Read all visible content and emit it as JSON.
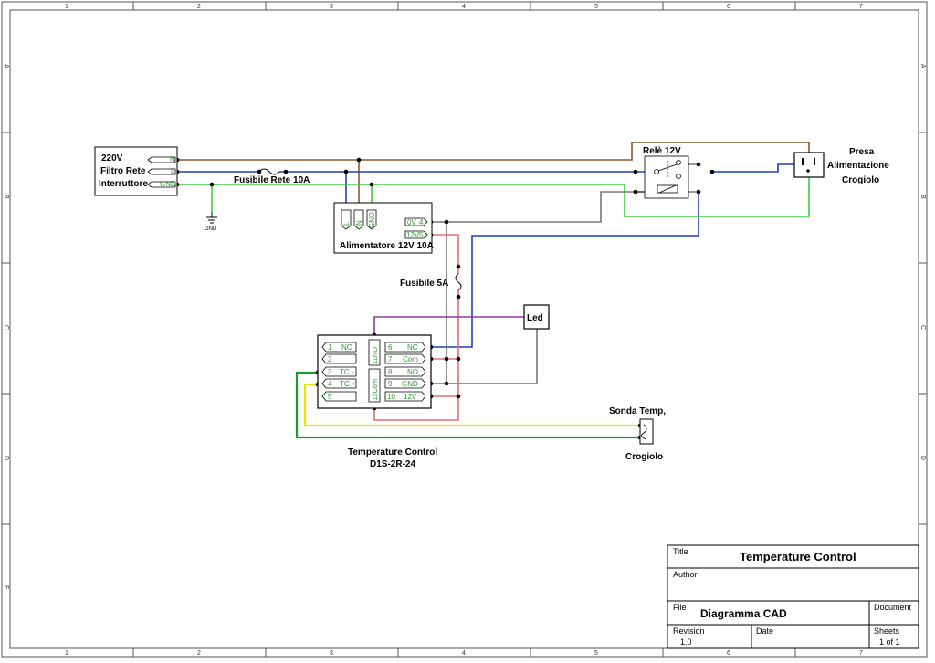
{
  "frame": {
    "columns": [
      "1",
      "2",
      "3",
      "4",
      "5",
      "6",
      "7"
    ],
    "rows": [
      "A",
      "B",
      "C",
      "D",
      "E"
    ]
  },
  "labels": {
    "mains": [
      "220V",
      "Filtro Rete",
      "Interruttore"
    ],
    "mains_pins": [
      "N",
      "L",
      "GND"
    ],
    "gnd_symbol": "GND",
    "mains_fuse": "Fusibile Rete 10A",
    "psu": "Alimentatore 12V 10A",
    "psu_in_pins": [
      "L",
      "N",
      "GND"
    ],
    "psu_out_pins": [
      "0V",
      "4",
      "12V",
      "5"
    ],
    "relay": "Relè 12V",
    "outlet": [
      "Presa",
      "Alimentazione",
      "Crogiolo"
    ],
    "fuse_5a": "Fusibile 5A",
    "led": "Led",
    "controller": [
      "Temperature Control",
      "D1S-2R-24"
    ],
    "ctrl_left_pins": [
      {
        "n": "1",
        "t": "NC"
      },
      {
        "n": "2",
        "t": ""
      },
      {
        "n": "3",
        "t": "TC -"
      },
      {
        "n": "4",
        "t": "TC +"
      },
      {
        "n": "5",
        "t": ""
      }
    ],
    "ctrl_mid_pins": [
      "11NO",
      "12Com"
    ],
    "ctrl_right_pins": [
      {
        "n": "6",
        "t": "NC"
      },
      {
        "n": "7",
        "t": "Com"
      },
      {
        "n": "8",
        "t": "NO"
      },
      {
        "n": "9",
        "t": "GND"
      },
      {
        "n": "10",
        "t": "12V"
      }
    ],
    "probe": [
      "Sonda Temp,",
      "Crogiolo"
    ]
  },
  "title_block": {
    "title_label": "Title",
    "title": "Temperature Control",
    "author_label": "Author",
    "file_label": "File",
    "file": "Diagramma CAD",
    "document_label": "Document",
    "revision_label": "Revision",
    "revision": "1.0",
    "date_label": "Date",
    "sheets_label": "Sheets",
    "sheets": "1 of 1"
  },
  "colors": {
    "neutral": "#8b5a2b",
    "line": "#1f3fbf",
    "ground": "#3ad13a",
    "low_voltage": "#e07070",
    "zero_v": "#777777",
    "led_wire": "#8e3c9e",
    "tc_plus": "#f2e200",
    "tc_minus": "#1e9a2e"
  }
}
